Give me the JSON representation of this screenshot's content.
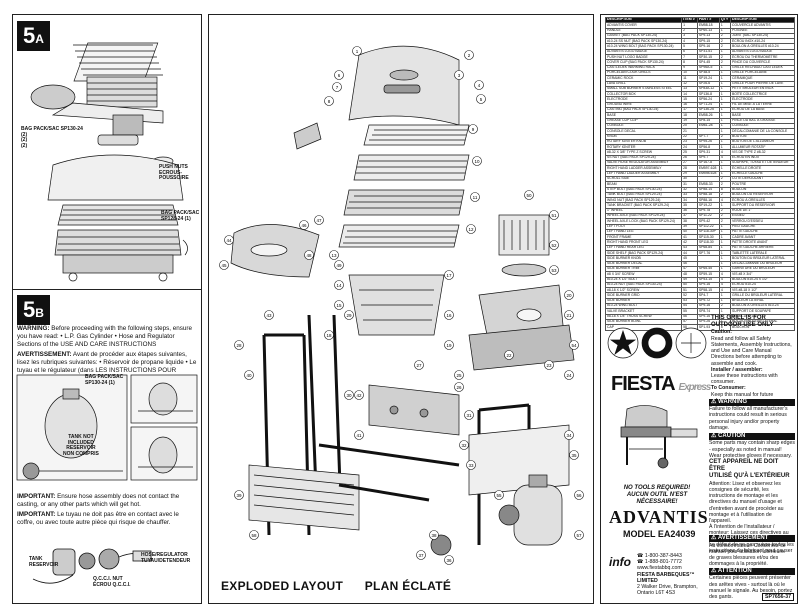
{
  "left_panel": {
    "step_a": {
      "num": "5",
      "letter": "A"
    },
    "step_b": {
      "num": "5",
      "letter": "B"
    },
    "bag_label": [
      "BAG PACK/SAC SP130-24",
      "(2)",
      "(2)",
      "(2)"
    ],
    "push_nuts": [
      "PUSH NUTS",
      "ECROUS-",
      "POUSSOIRE"
    ],
    "bag_label2": [
      "BAG PACK/SAC",
      "SP128-24 (1)"
    ],
    "warning_en": {
      "title": "WARNING:",
      "text": "Before proceeding with the following steps, ensure you have read: • L.P. Gas Cylinder • Hose and Regulator Sections of the USE AND CARE INSTRUCTIONS"
    },
    "warning_fr": {
      "title": "AVERTISSEMENT:",
      "text": "Avant de procéder aux étapes suivantes, lisez les rubriques suivantes: • Réservoir de propane liquide • Le tuyau et le régulateur (dans LES INSTRUCTIONS POUR L'USAGE ET L'ENTRETIEN)"
    },
    "bag_label3": [
      "BAG PACK/SAC",
      "SP130-24 (1)"
    ],
    "tank_label": [
      "TANK NOT",
      "INCLUDED",
      "RESERVOIR",
      "NON COMPRIS"
    ],
    "important_en": {
      "title": "IMPORTANT:",
      "text": "Ensure hose assembly does not contact the casting, or any other parts which will get hot."
    },
    "important_fr": {
      "title": "IMPORTANT:",
      "text": "Le tuyau ne doit pas être en contact avec le coffre, ou avec toute autre pièce qui risque de chauffer."
    },
    "tank_label2": [
      "TANK",
      "RESERVOIR"
    ],
    "qcc": [
      "Q.C.C.I. NUT",
      "ÉCROU Q.C.C.I."
    ],
    "hose_label": [
      "HOSE/REGULATOR",
      "TUYAU/DETENDEUR"
    ]
  },
  "mid_panel": {
    "title_en": "EXPLODED LAYOUT",
    "title_fr": "PLAN ÉCLATÉ",
    "part_numbers": [
      "1",
      "2",
      "3",
      "4",
      "5",
      "6",
      "7",
      "8",
      "9",
      "10",
      "11",
      "12",
      "13",
      "14",
      "15",
      "16",
      "17",
      "18",
      "19",
      "20",
      "21",
      "22",
      "23",
      "24",
      "25",
      "26",
      "27",
      "28",
      "29",
      "30",
      "31",
      "32",
      "33",
      "34",
      "35",
      "36",
      "37",
      "38",
      "39",
      "40",
      "41",
      "42",
      "43",
      "44",
      "45",
      "46",
      "47",
      "48",
      "49",
      "50",
      "51",
      "52",
      "53",
      "54",
      "55",
      "56",
      "57",
      "58"
    ]
  },
  "right_panel": {
    "table_headers": [
      "DESCRIPTION",
      "ITEM #",
      "PART #",
      "QTY",
      "DESCRIPTION"
    ],
    "parts": [
      [
        "ADVANTIS COVER",
        "1",
        "EM58-18",
        "1",
        "COUVERCLE ADVANTIS"
      ],
      [
        "HANDLE",
        "2",
        "SP60-13",
        "1",
        "POIGNÉE"
      ],
      [
        "GASKET (BAG PACK SP130-24)",
        "3",
        "SP9-13",
        "2",
        "JOINT (SAC SP130-24)"
      ],
      [
        "#10-24 SS NUT (BAG PACK SP130-24)",
        "4",
        "SP9-15",
        "2",
        "ÉCROU INOX #10-24"
      ],
      [
        "#10-24 WING BOLT (BAG PACK SP130-24)",
        "5",
        "SP9-16",
        "2",
        "BOULON À OREILLES #10-24"
      ],
      [
        "ADVANTIS LOGO BADGE",
        "6",
        "SP31-51",
        "1",
        "ADVANTIS LOGO BADGE"
      ],
      [
        "PUSH NUT LOGO BADGE",
        "7",
        "SP30-15",
        "2",
        "ÉCROU DU THERMOMÈTRE"
      ],
      [
        "COVER CLIP (BAG PACK SP130-24)",
        "8",
        "SP4-45",
        "2",
        "PINCE DU COUVERCLE"
      ],
      [
        "CASTLEDEK WARMING RACK",
        "9",
        "SP96A-5",
        "1",
        "GRILLE RÉCHAUD CASTLEDEK"
      ],
      [
        "PORCELAIN COOK GRILLS",
        "10",
        "SP38-5",
        "1",
        "GRILLE PORCELAINE"
      ],
      [
        "CERAMIC ROCK",
        "11",
        "SP19-24",
        "1",
        "CÉRAMIQUE"
      ],
      [
        "LAVA GRILL",
        "12",
        "SP26-6",
        "1",
        "GRILLE POUR PIERRE DE LAVE"
      ],
      [
        "SMALL SUB BURNER STAINLESS STEEL",
        "13",
        "SP83A-12",
        "1",
        "PETIT BRÛLEUR EN INOX"
      ],
      [
        "COLLECTOR BOX",
        "14",
        "SP136-8",
        "1",
        "BOÎTE COLLECTRICE"
      ],
      [
        "ELECTRODE",
        "15",
        "SP56-24",
        "1",
        "ÉLECTRODE"
      ],
      [
        "GROUND WIRE",
        "16",
        "SP71-24",
        "1",
        "FIL DE MISE À LA TERRE"
      ],
      [
        "CASTING (BAG PACK SP130-24)",
        "17",
        "SP136-25",
        "1",
        "ÉCROU DE LA BASE"
      ],
      [
        "BASE",
        "18",
        "EM58-26",
        "1",
        "BASE"
      ],
      [
        "GREASE CUP CLIP",
        "19",
        "SP8-15",
        "1",
        "PINCE DU BAC À GRAISSE"
      ],
      [
        "CONSOLE",
        "20",
        "EM61-28",
        "1",
        "CONSOLE"
      ],
      [
        "CONSOLE DECAL",
        "21",
        "",
        "1",
        "DÉCALCOMANIE DE LA CONSOLE"
      ],
      [
        "KNOB",
        "22",
        "SP7-7",
        "2",
        "BOUTON"
      ],
      [
        "ROTARY IGNITER KNOB",
        "23",
        "SP95-26",
        "1",
        "BOUTON DE L'ALLUMEUR"
      ],
      [
        "ROTARY IGNITER",
        "24",
        "SP56-8",
        "1",
        "ALLUMEUR ROTATIF"
      ],
      [
        "#8-32 X 3/8\" TYPE Z SCREW",
        "25",
        "SP9-31",
        "4",
        "VIS DE TYPE Z #8-32"
      ],
      [
        "SS NUT (BAG PACK SP129-24)",
        "26",
        "SP9-7",
        "4",
        "ÉCROU EN INOX"
      ],
      [
        "VALVE HOSE REGULATOR ASSEMBLY",
        "27",
        "SP167-8",
        "1",
        "SOUPAPE, TUYAU ET DÉTENDEUR"
      ],
      [
        "RIGHT HAND LADDER ASSEMBLY",
        "28",
        "EM597-628",
        "1",
        "ÉCHELLE DROITE"
      ],
      [
        "LEFT HAND LADDER ASSEMBLY",
        "29",
        "EM598-628",
        "1",
        "ÉCHELLE GAUCHE"
      ],
      [
        "SCROLL SIDE",
        "30",
        "",
        "2",
        "CÔTÉ DÉROULANT"
      ],
      [
        "BEAM",
        "31",
        "EM58-33",
        "2",
        "POUTRE"
      ],
      [
        "STEP BOLT (BAG PACK SP130-24)",
        "32",
        "SP88-14",
        "8",
        "BOULON"
      ],
      [
        "TANK BOLT (BAG PACK SP129-24)",
        "33",
        "SP88-18",
        "2",
        "BOULON DU RÉSERVOIR"
      ],
      [
        "WING NUT (BAG PACK SP129-24)",
        "34",
        "SP88-16",
        "4",
        "ÉCROU À OREILLES"
      ],
      [
        "TANK BRACKET (BAG PACK SP129-24)",
        "35",
        "SP19-22",
        "1",
        "SUPPORT DU RÉSERVOIR"
      ],
      [
        "1\" WHEEL",
        "36",
        "SP9-78",
        "2",
        "ROUE DE 1\""
      ],
      [
        "WHEEL AXLE (BAG PACK SP129-24)",
        "37",
        "SP11-22",
        "2",
        "ESSIEU"
      ],
      [
        "WHEEL AXLE LOCK (BAG PACK SP129-24)",
        "38",
        "SP9-42",
        "2",
        "VERROU D'ESSIEU"
      ],
      [
        "LEFT FOOT",
        "39",
        "SP112-22",
        "1",
        "PIED GAUCHE"
      ],
      [
        "LEFT HAND LEG",
        "40",
        "SP118-30P",
        "1",
        "PATTE GAUCHE"
      ],
      [
        "FRONT FRAME",
        "41",
        "SP115-30",
        "1",
        "CADRE AVANT"
      ],
      [
        "RIGHT HAND FRONT LEG",
        "42",
        "SP118-30",
        "1",
        "PATTE DROITE AVANT"
      ],
      [
        "LEFT HAND REAR LEG",
        "43",
        "SP68-84",
        "1",
        "PATTE GAUCHE ARRIÈRE"
      ],
      [
        "SIDE SHELF (BAG PACK SP129-24)",
        "44",
        "SP7-76",
        "1",
        "TABLETTE LATÉRALE"
      ],
      [
        "SIDE BURNER KNOB",
        "45",
        "",
        "1",
        "BOUTON DU BRÛLEUR LATÉRAL"
      ],
      [
        "SIDE BURNER DECAL",
        "46",
        "",
        "1",
        "DÉCALCOMANIE DU BRÛLEUR"
      ],
      [
        "SIDE BURNER TRIM",
        "47",
        "SP65-45",
        "1",
        "GARNITURE DU BRÛLEUR"
      ],
      [
        "#8 X 3/4\" SCREW",
        "48",
        "SP59-15",
        "4",
        "VIS #8 X 3/4\""
      ],
      [
        "#10-24 X 1/2\" BOLT",
        "49",
        "SP53-15",
        "4",
        "BOULON #10-24 X 1/2\""
      ],
      [
        "#10-24 NUT (BAG PACK SP130-24)",
        "50",
        "SP9-16",
        "4",
        "ÉCROU #10-24"
      ],
      [
        "#8-18 X 1/2\" SCREW",
        "51",
        "SP58-15",
        "4",
        "VIS #8-18 X 1/2\""
      ],
      [
        "SIDE BURNER GRID",
        "52",
        "SP4-7",
        "1",
        "GRILLE DU BRÛLEUR LATÉRAL"
      ],
      [
        "SIDE BURNER",
        "53",
        "SP9-72",
        "1",
        "BRÛLEUR LATÉRAL"
      ],
      [
        "#10-24 WING BOLT",
        "54",
        "SP9-16",
        "2",
        "BOULON À OREILLES #10-24"
      ],
      [
        "VALVE BRACKET",
        "55",
        "SP8-74",
        "1",
        "SUPPORT DE SOUPAPE"
      ],
      [
        "#8-18 X 1/4\" TRUSS SCREW",
        "56",
        "SP9-16",
        "2",
        "VIS #8-18 X 1/4\""
      ],
      [
        "SIDE BURNER BOWL",
        "57",
        "SP9-26",
        "1",
        "BOL DU BRÛLEUR LATÉRAL"
      ],
      [
        "CAP",
        "58",
        "SP1-93",
        "6",
        "BOUCHON"
      ]
    ],
    "use_note": {
      "title": [
        "THIS GRILL IS FOR",
        "OUTDOOR USE ONLY"
      ],
      "caution_title": "Caution:",
      "caution_text": "Read and follow all Safety Statements, Assembly Instructions, and Use and Care Manual Directions before attempting to assemble and cook.",
      "installer_title": "Installer / assembler:",
      "installer_text": "Leave these instructions with consumer.",
      "consumer_title": "To Consumer:",
      "consumer_text": "Keep this manual for future reference."
    },
    "brand": "FIESTA",
    "brand_sub": "Express",
    "warning": {
      "title": "WARNING",
      "text": "Failure to follow all manufacturer's instructions could result in serious personal injury and/or property damage."
    },
    "caution": {
      "title": "CAUTION",
      "text": "Some parts may contain sharp edges - especially as noted in manual! Wear protective gloves if necessary."
    },
    "outdoor_fr": [
      "CET APPAREIL NE DOIT ÊTRE",
      "UTILISÉ QU'À L'EXTÉRIEUR"
    ],
    "attention_fr": "Attention: Lisez et observez les consignes de sécurité, les instructions de montage et les directives du manuel d'usage et d'entretien avant de procéder au montage et à l'utilisation de l'appareil.",
    "installateur_fr": "À l'intention de l'installateur / monteur: Laissez ces directives au consommateur.",
    "consommateur_fr": "Au consommateur: Conservez ce manuel pour utilisation ultérieure.",
    "avert": {
      "title": "AVERTISSEMENT",
      "text": "Le défaut de ne pas suivre toutes les instructions du fabricant peut causer de graves blessures et/ou des dommages à la propriété."
    },
    "attention2": {
      "title": "ATTENTION",
      "text": "Certaines pièces peuvent présenter des arêtes vives - surtout là où le manuel le signale. Au besoin, portez des gants."
    },
    "no_tools": [
      "NO TOOLS REQUIRED!",
      "AUCUN OUTIL N'EST NÉCESSAIRE!"
    ],
    "logo": "ADVANTIS",
    "model": "MODEL EA24039",
    "info_label": "info",
    "phone1": "1-800-387-8443",
    "phone2": "1-888-801-7772",
    "website": "www.fiestabbq.com",
    "company": "FIESTA BARBEQUES™ LIMITED",
    "address": "2 Walker Drive, Brampton, Ontario L6T 4S3",
    "doc_code": "SP7656-37"
  },
  "colors": {
    "ink": "#111111",
    "paper": "#ffffff",
    "gray": "#9a9a9a"
  }
}
